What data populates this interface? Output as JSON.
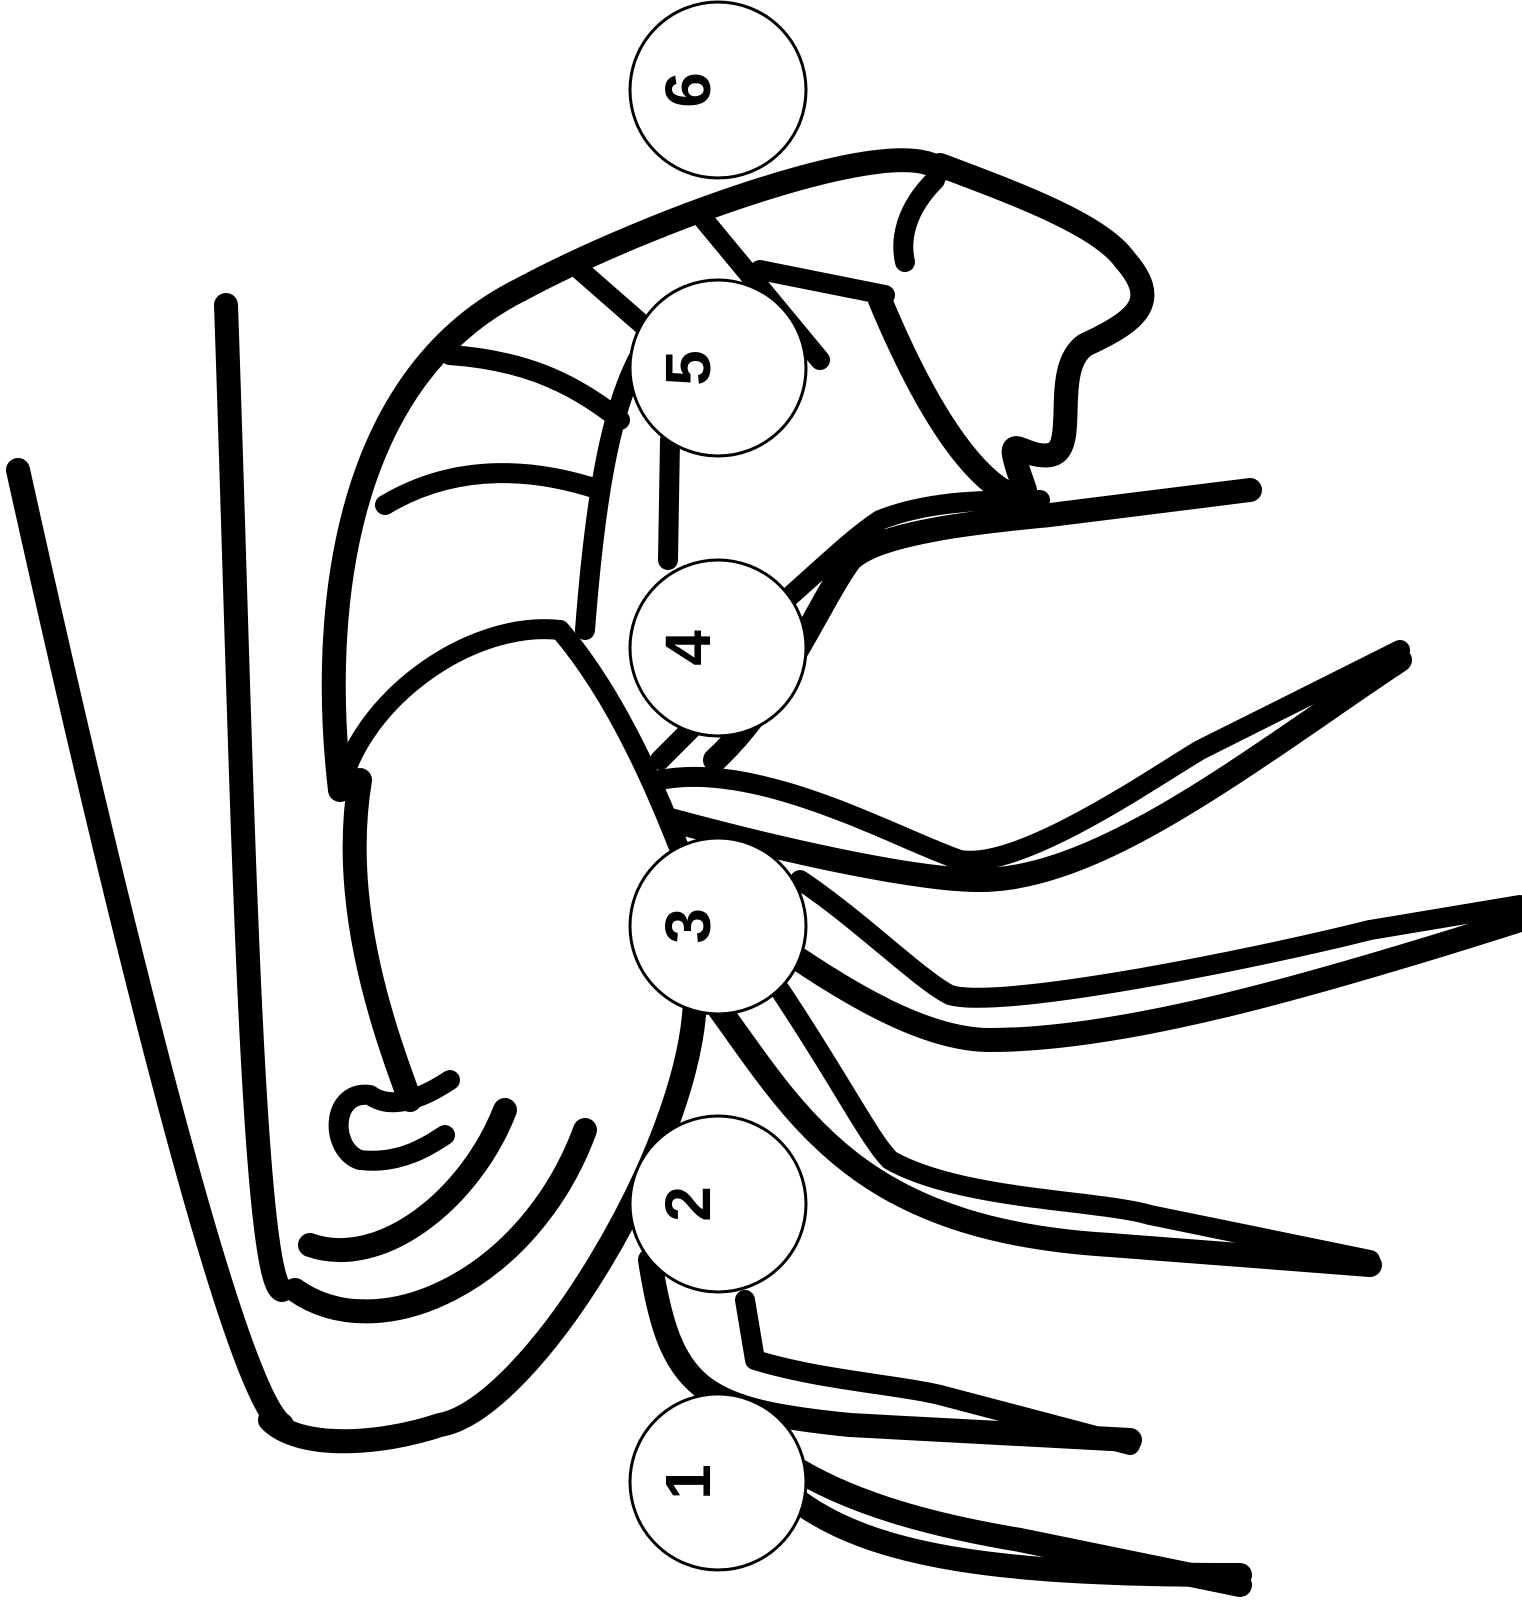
{
  "figure": {
    "subject": "shrimp-line-art",
    "line_color": "#000000",
    "background": "#ffffff"
  },
  "markers": [
    {
      "id": "1",
      "label": "1"
    },
    {
      "id": "2",
      "label": "2"
    },
    {
      "id": "3",
      "label": "3"
    },
    {
      "id": "4",
      "label": "4"
    },
    {
      "id": "5",
      "label": "5"
    },
    {
      "id": "6",
      "label": "6"
    }
  ]
}
